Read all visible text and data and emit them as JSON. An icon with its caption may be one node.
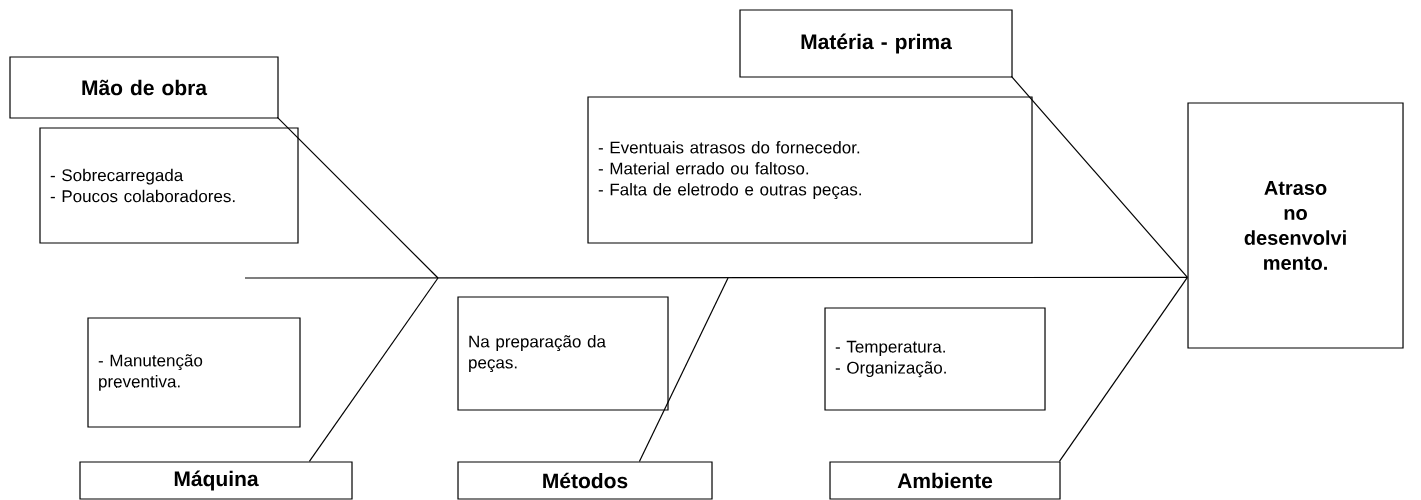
{
  "diagram": {
    "nodes": [
      {
        "text": [
          "Mão de obra"
        ]
      },
      {
        "text": [
          "Matéria - prima"
        ]
      },
      {
        "text": [
          "- Sobrecarregada",
          "- Poucos colaboradores."
        ]
      },
      {
        "text": [
          "- Eventuais atrasos do fornecedor.",
          "- Material errado ou faltoso.",
          "- Falta de eletrodo e outras peças."
        ]
      },
      {
        "text": [
          "Atraso no desenvolvi mento."
        ]
      },
      {
        "text": [
          "- Manutenção preventiva."
        ]
      },
      {
        "text": [
          "Na preparação da peças."
        ]
      },
      {
        "text": [
          "- Temperatura.",
          "- Organização."
        ]
      },
      {
        "text": [
          "Máquina"
        ]
      },
      {
        "text": [
          "Métodos"
        ]
      },
      {
        "text": [
          "Ambiente"
        ]
      }
    ],
    "edges": [
      {
        "from": null,
        "to": 4,
        "arrow": "none"
      },
      {
        "from": 0,
        "to": null,
        "arrow": "none"
      },
      {
        "from": 1,
        "to": 4,
        "arrow": "none"
      },
      {
        "from": 8,
        "to": null,
        "arrow": "none"
      },
      {
        "from": 9,
        "to": null,
        "arrow": "none"
      },
      {
        "from": 10,
        "to": 4,
        "arrow": "none"
      }
    ]
  }
}
